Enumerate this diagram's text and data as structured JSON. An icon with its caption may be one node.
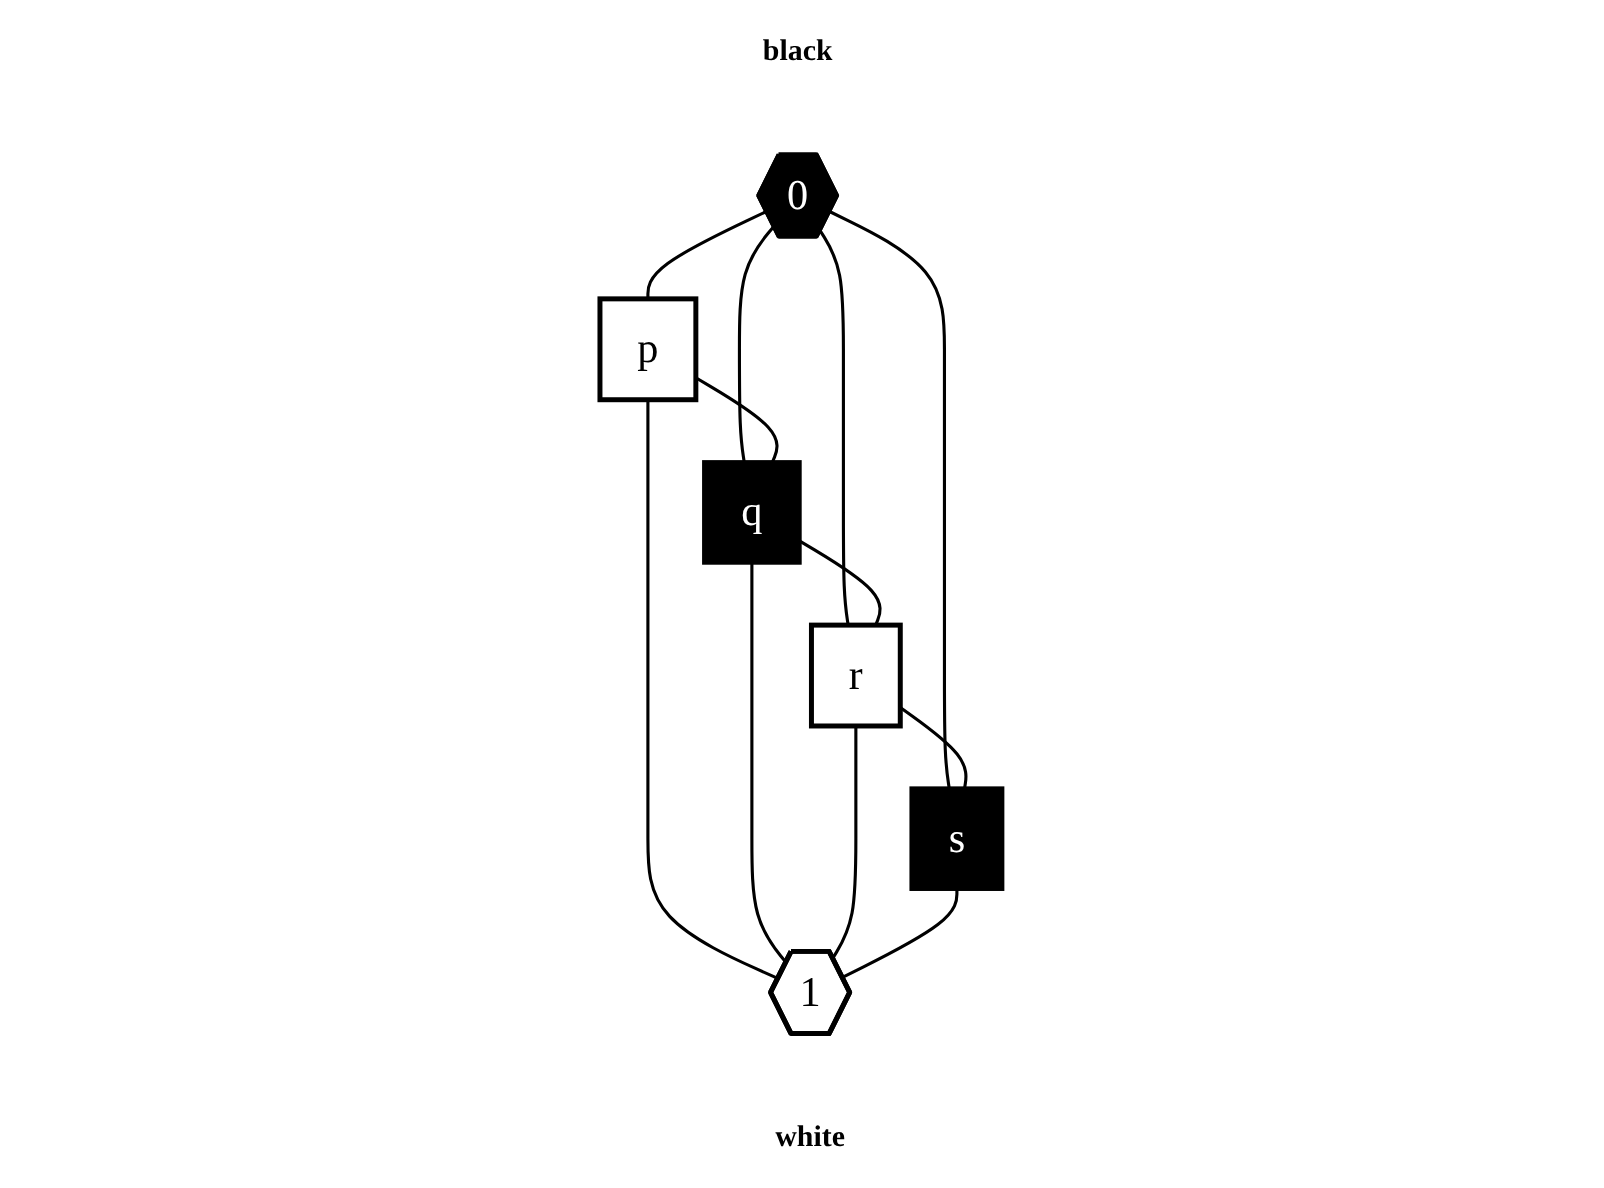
{
  "diagram": {
    "nodes": [
      {
        "text": [
          "0"
        ],
        "beside": [
          "black"
        ]
      },
      {
        "text": [
          "p"
        ]
      },
      {
        "text": [
          "q"
        ]
      },
      {
        "text": [
          "r"
        ]
      },
      {
        "text": [
          "s"
        ]
      },
      {
        "text": [
          "1"
        ],
        "beside": [
          "white"
        ]
      }
    ],
    "edges": [
      {
        "from": 0,
        "to": 1,
        "arrow": "none"
      },
      {
        "from": 0,
        "to": 2,
        "arrow": "none"
      },
      {
        "from": 0,
        "to": 3,
        "arrow": "none"
      },
      {
        "from": 0,
        "to": 4,
        "arrow": "none"
      },
      {
        "from": 1,
        "to": 2,
        "arrow": "none"
      },
      {
        "from": 2,
        "to": 3,
        "arrow": "none"
      },
      {
        "from": 3,
        "to": 4,
        "arrow": "none"
      },
      {
        "from": 1,
        "to": 5,
        "arrow": "none"
      },
      {
        "from": 2,
        "to": 5,
        "arrow": "none"
      },
      {
        "from": 3,
        "to": 5,
        "arrow": "none"
      },
      {
        "from": 4,
        "to": 5,
        "arrow": "none"
      }
    ]
  }
}
